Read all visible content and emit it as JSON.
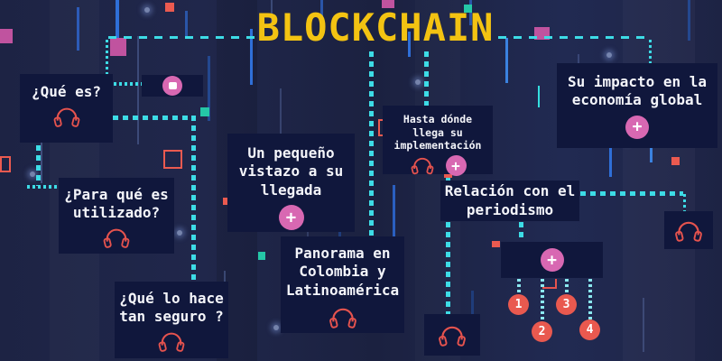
{
  "title": "BLOCKCHAIN",
  "icons": {
    "plus": "+"
  },
  "markers": [
    "1",
    "2",
    "3",
    "4"
  ],
  "nodes": {
    "que_es": {
      "label": "¿Qué es?"
    },
    "para_que": {
      "label": "¿Para qué es utilizado?"
    },
    "seguro": {
      "label": "¿Qué lo hace tan seguro ?"
    },
    "vistazo": {
      "label": "Un pequeño vistazo a su llegada"
    },
    "panorama": {
      "label": "Panorama en Colombia y Latinoamérica"
    },
    "implementacion": {
      "label": "Hasta dónde llega su implementación"
    },
    "periodismo": {
      "label": "Relación con el periodismo"
    },
    "economia": {
      "label": "Su impacto en la economía global"
    }
  },
  "colors": {
    "bg": "#1c2242",
    "box": "#10173c",
    "title": "#f3c312",
    "connector": "#3ddce6",
    "headphones": "#e6534e",
    "plus": "#d868b2",
    "marker": "#e9594f",
    "text": "#f4f5fa"
  }
}
